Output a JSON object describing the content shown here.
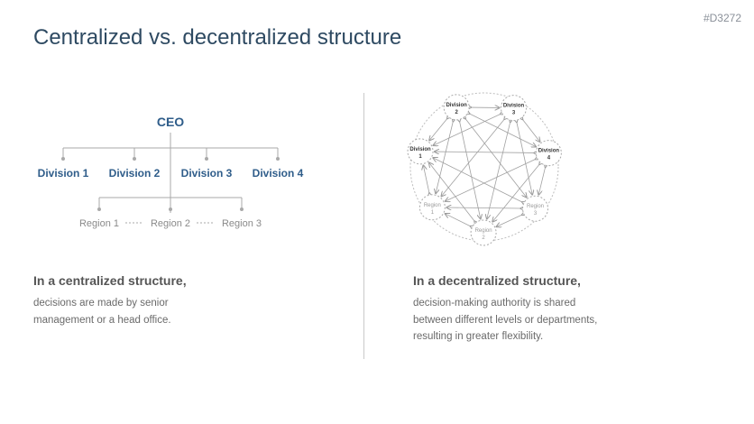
{
  "slide_id": "#D3272",
  "title": "Centralized vs. decentralized structure",
  "centralized": {
    "root": "CEO",
    "divisions": [
      "Division 1",
      "Division 2",
      "Division 3",
      "Division 4"
    ],
    "regions": [
      "Region 1",
      "Region 2",
      "Region 3"
    ],
    "heading": "In a centralized structure,",
    "description_lines": [
      "decisions are made by senior",
      "management or a head office."
    ]
  },
  "decentralized": {
    "nodes": [
      {
        "line1": "Division",
        "line2": "2",
        "kind": "division"
      },
      {
        "line1": "Division",
        "line2": "3",
        "kind": "division"
      },
      {
        "line1": "Division",
        "line2": "4",
        "kind": "division"
      },
      {
        "line1": "Region",
        "line2": "3",
        "kind": "region"
      },
      {
        "line1": "Region",
        "line2": "2",
        "kind": "region"
      },
      {
        "line1": "Region",
        "line2": "1",
        "kind": "region"
      },
      {
        "line1": "Division",
        "line2": "1",
        "kind": "division"
      }
    ],
    "heading": "In a decentralized structure,",
    "description_lines": [
      "decision-making authority is shared",
      "between different levels or departments,",
      "resulting in greater flexibility."
    ]
  },
  "colors": {
    "title": "#2e4a62",
    "accent_blue": "#2f5d8a",
    "connector": "#a9a9a9",
    "muted_text": "#8a8a8a"
  }
}
